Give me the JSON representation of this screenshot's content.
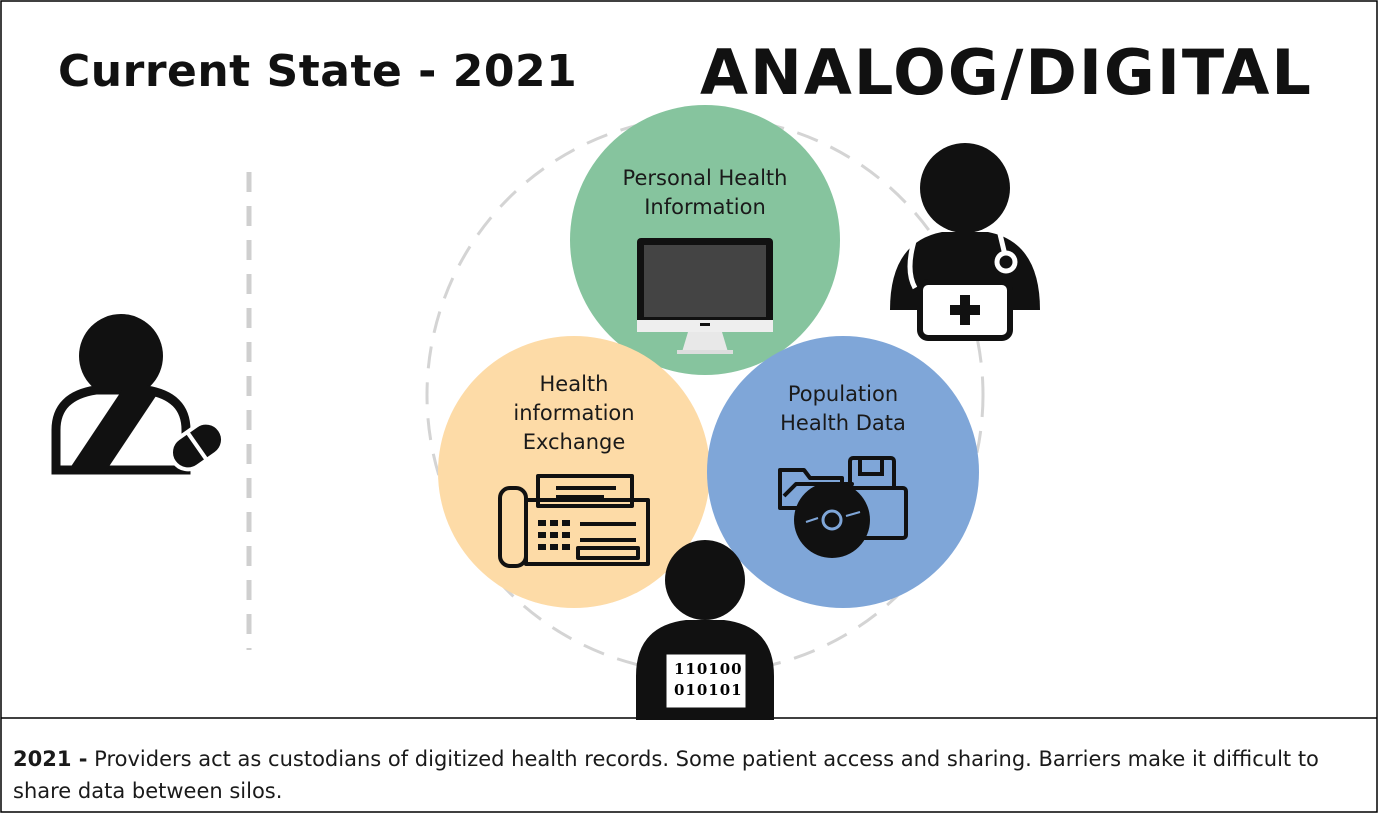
{
  "header": {
    "left_title": "Current State - 2021",
    "right_title": "ANALOG/DIGITAL"
  },
  "circles": [
    {
      "label_line1": "Personal Health",
      "label_line2": "Information",
      "color": "#86c49e",
      "icon": "monitor-icon"
    },
    {
      "label_line1": "Health",
      "label_line2": "information",
      "label_line3": "Exchange",
      "color": "#fddba7",
      "icon": "fax-machine-icon"
    },
    {
      "label_line1": "Population",
      "label_line2": "Health Data",
      "color": "#7fa6d8",
      "icon": "storage-media-icon"
    }
  ],
  "figures": {
    "patient": "injured-patient-icon",
    "doctor": "doctor-icon",
    "data_person": "data-analyst-icon",
    "binary_line1": "110100",
    "binary_line2": "010101"
  },
  "caption": {
    "year": "2021 -",
    "text": " Providers act as custodians of digitized health records. Some patient access and sharing. Barriers make it difficult to share data between silos."
  }
}
